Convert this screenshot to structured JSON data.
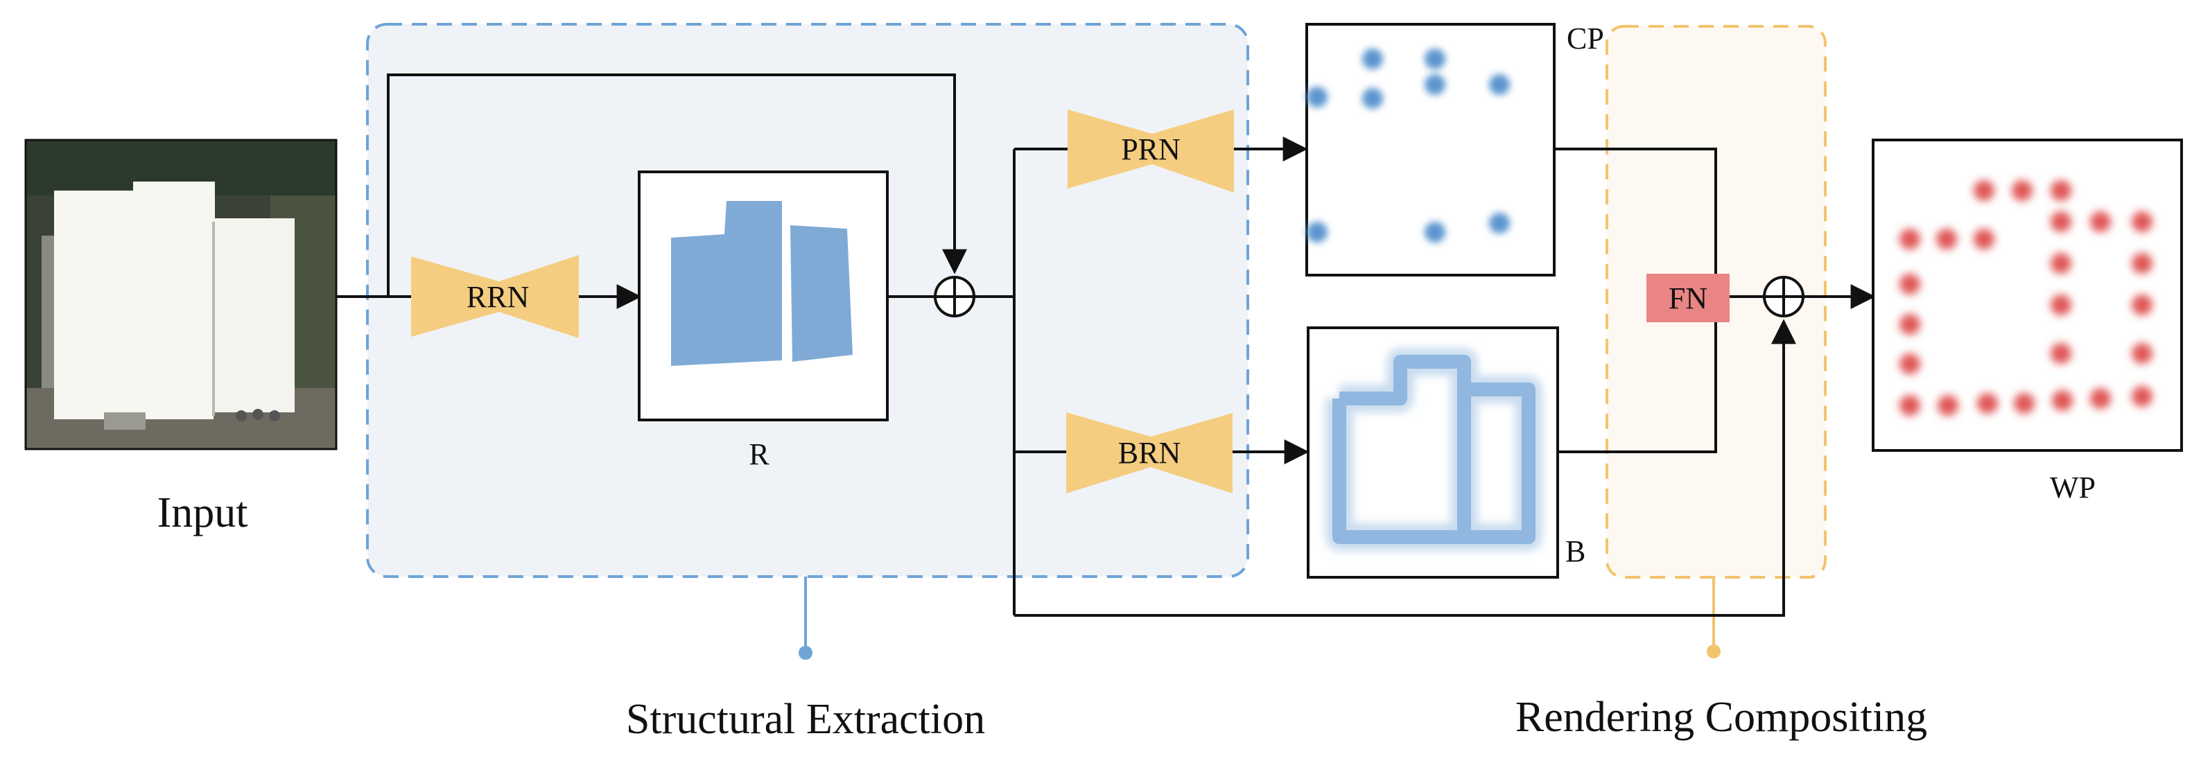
{
  "labels": {
    "input": "Input",
    "structural_extraction": "Structural Extraction",
    "rendering_compositing": "Rendering Compositing",
    "r": "R",
    "cp": "CP",
    "b": "B",
    "wp": "WP"
  },
  "modules": {
    "rrn": "RRN",
    "prn": "PRN",
    "brn": "BRN",
    "fn": "FN"
  },
  "colors": {
    "structural_region": "#eff3f7",
    "structural_border": "#6fa4d6",
    "rendering_region": "#fdf8f1",
    "rendering_border": "#f2c46b",
    "module": "#f5cd80",
    "fusion": "#ea8585",
    "mask_blue": "#7faad6",
    "point_red": "#e05656"
  }
}
